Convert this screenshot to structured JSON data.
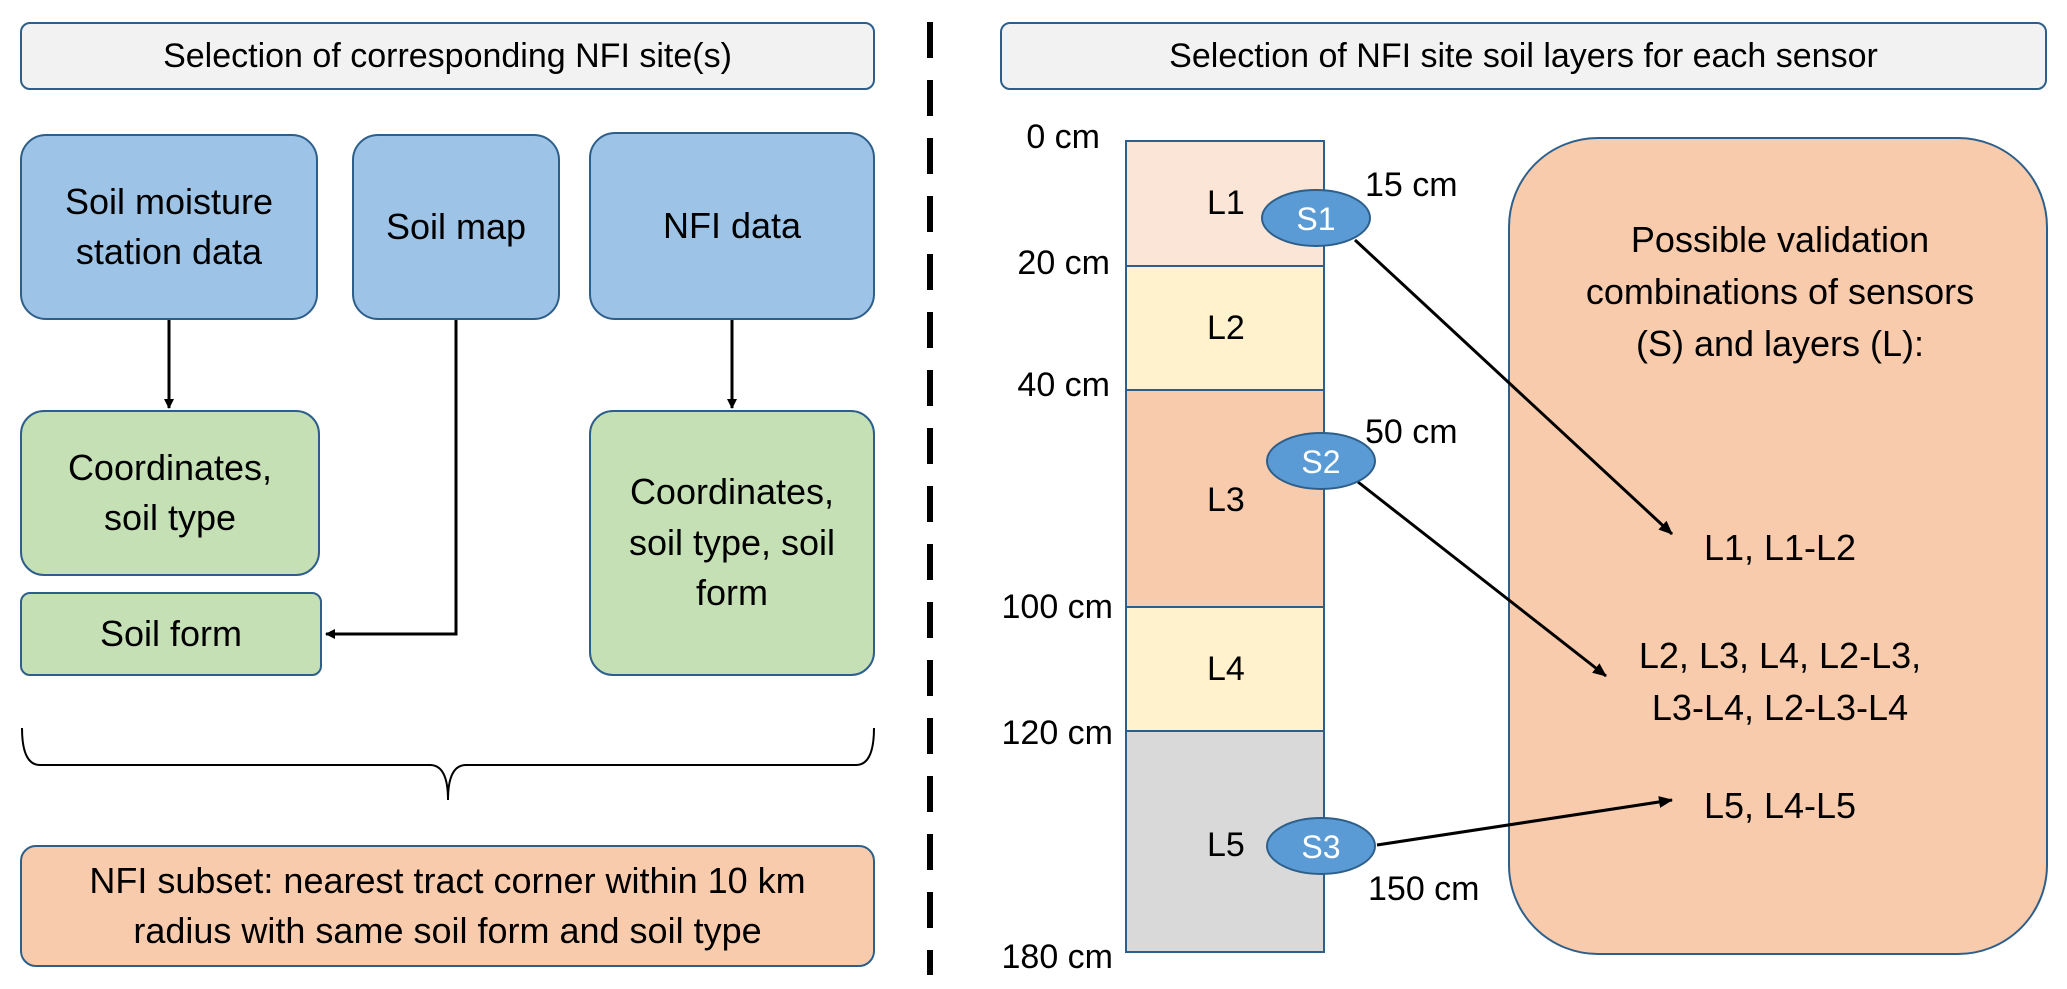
{
  "left": {
    "header": "Selection of corresponding NFI site(s)",
    "sources": {
      "station": "Soil moisture station data",
      "soil_map": "Soil map",
      "nfi": "NFI data"
    },
    "outputs": {
      "station_coords": "Coordinates, soil type",
      "soil_form": "Soil form",
      "nfi_attrs": "Coordinates, soil type, soil form"
    },
    "subset": "NFI subset: nearest tract corner within 10 km radius with same soil form and soil type"
  },
  "right": {
    "header": "Selection of NFI site soil layers for each sensor",
    "depths": [
      "0 cm",
      "20 cm",
      "40 cm",
      "100 cm",
      "120 cm",
      "180 cm"
    ],
    "layers": [
      "L1",
      "L2",
      "L3",
      "L4",
      "L5"
    ],
    "sensors": [
      {
        "id": "S1",
        "depth": "15 cm"
      },
      {
        "id": "S2",
        "depth": "50 cm"
      },
      {
        "id": "S3",
        "depth": "150 cm"
      }
    ],
    "panel_title": "Possible validation combinations of sensors (S) and layers (L):",
    "combinations": [
      "L1, L1-L2",
      "L2, L3, L4, L2-L3, L3-L4, L2-L3-L4",
      "L5, L4-L5"
    ]
  },
  "colors": {
    "blue_box": "#9dc3e6",
    "green_box": "#c5e0b4",
    "orange_box": "#f8cbad",
    "header_bg": "#f2f2f2",
    "border": "#2e5f8a",
    "sensor": "#5b9bd5",
    "layer_L1": "#fbe5d6",
    "layer_L2": "#fff2cc",
    "layer_L3": "#f8cbad",
    "layer_L4": "#fff2cc",
    "layer_L5": "#d9d9d9"
  }
}
